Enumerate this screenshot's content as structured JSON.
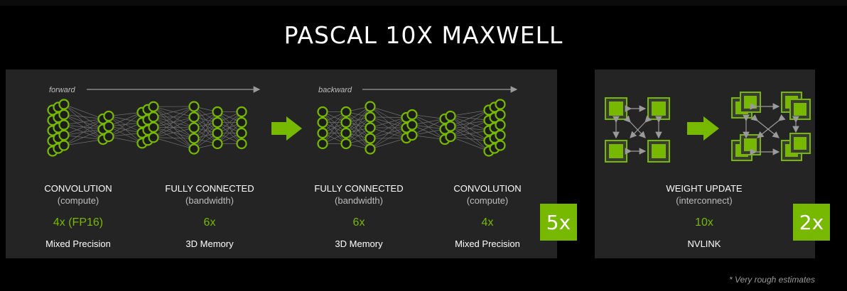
{
  "title": "PASCAL 10X MAXWELL",
  "left_panel": {
    "forward_label": "forward",
    "backward_label": "backward",
    "columns": [
      {
        "heading": "CONVOLUTION",
        "sub": "(compute)",
        "value": "4x (FP16)",
        "desc": "Mixed Precision"
      },
      {
        "heading": "FULLY CONNECTED",
        "sub": "(bandwidth)",
        "value": "6x",
        "desc": "3D Memory"
      },
      {
        "heading": "FULLY CONNECTED",
        "sub": "(bandwidth)",
        "value": "6x",
        "desc": "3D Memory"
      },
      {
        "heading": "CONVOLUTION",
        "sub": "(compute)",
        "value": "4x",
        "desc": "Mixed Precision"
      }
    ],
    "badge": "5x"
  },
  "right_panel": {
    "heading": "WEIGHT UPDATE",
    "sub": "(interconnect)",
    "value": "10x",
    "desc": "NVLINK",
    "badge": "2x"
  },
  "footnote": "* Very rough estimates",
  "colors": {
    "accent": "#76b900",
    "panel": "#242424",
    "background": "#000000"
  }
}
